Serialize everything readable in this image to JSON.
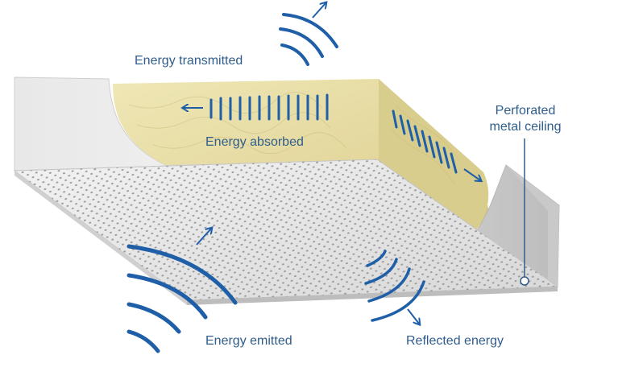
{
  "labels": {
    "energy_transmitted": "Energy transmitted",
    "energy_absorbed": "Energy absorbed",
    "perforated_line1": "Perforated",
    "perforated_line2": "metal ceiling",
    "energy_emitted": "Energy emitted",
    "reflected_energy": "Reflected energy"
  },
  "colors": {
    "label_text": "#2f5d8c",
    "wave_blue": "#1f5fa8",
    "panel_light": "#ececec",
    "panel_mid": "#d2d2d2",
    "panel_dark": "#bdbdbd",
    "insulation": "#e5dc9f",
    "insulation_shadow": "#cfc286"
  },
  "icons": {
    "arrow": "arrow-icon",
    "callout_dot": "callout-dot-icon"
  }
}
